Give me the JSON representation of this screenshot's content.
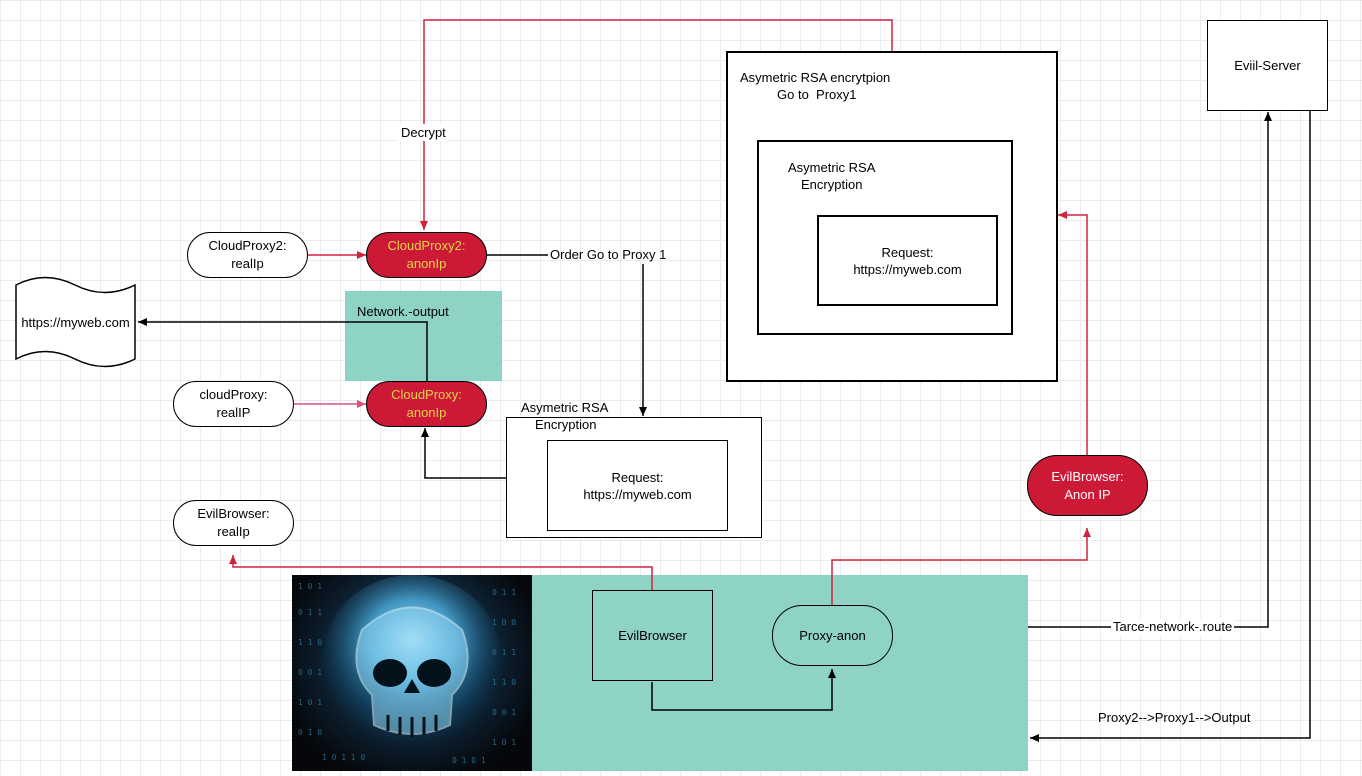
{
  "nodes": {
    "evil_server": "Eviil-Server",
    "rsa_outer_line1": "Asymetric RSA encrytpion",
    "rsa_outer_line2": "Go to  Proxy1",
    "rsa_middle_line1": "Asymetric RSA",
    "rsa_middle_line2": "Encryption",
    "request_top": "Request:\nhttps://myweb.com",
    "cloudproxy2_real": "CloudProxy2:\nrealIp",
    "cloudproxy2_anon": "CloudProxy2:\nanonIp",
    "website": "https://myweb.com",
    "network_output": "Network.-output",
    "cloudproxy_real": "cloudProxy:\nrealIP",
    "cloudproxy_anon": "CloudProxy:\nanonIp",
    "rsa_lower_line1": "Asymetric RSA",
    "rsa_lower_line2": "Encryption",
    "request_lower": "Request:\nhttps://myweb.com",
    "evilbrowser_real": "EvilBrowser:\nrealIp",
    "evilbrowser_anon": "EvilBrowser:\nAnon IP",
    "evilbrowser": "EvilBrowser",
    "proxy_anon": "Proxy-anon"
  },
  "edge_labels": {
    "decrypt": "Decrypt",
    "order": "Order Go to Proxy 1",
    "trace": "Tarce-network-.route",
    "route": "Proxy2-->Proxy1-->Output"
  },
  "images": {
    "skull": "skull-matrix-image"
  },
  "colors": {
    "red_node": "#cc1a36",
    "red_line": "#d0223f",
    "teal_area": "#8fd3c7",
    "red_node_text": "#e3d24a"
  }
}
